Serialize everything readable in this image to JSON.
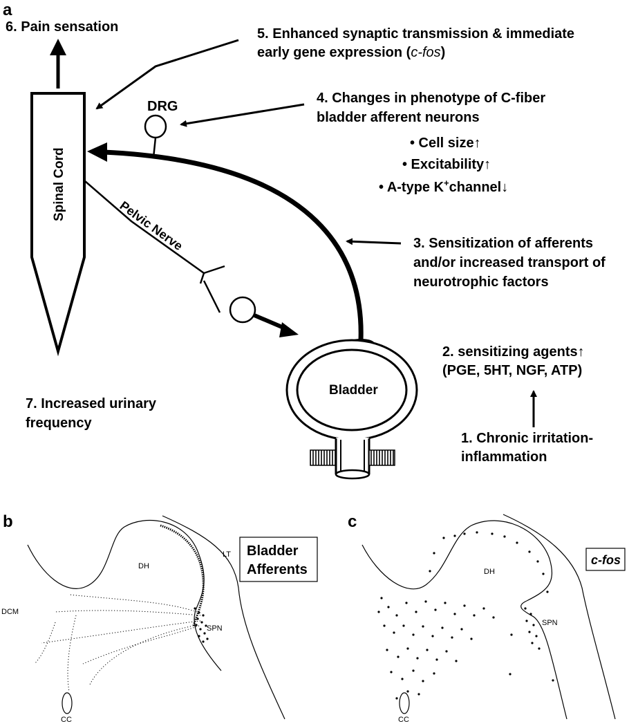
{
  "panel_a": {
    "letter": "a",
    "spinal_cord_label": "Spinal Cord",
    "drg_label": "DRG",
    "pelvic_nerve_label": "Pelvic Nerve",
    "bladder_label": "Bladder",
    "step6": "6. Pain sensation",
    "step5_line1": "5. Enhanced synaptic transmission & immediate",
    "step5_line2_prefix": "early gene expression (",
    "step5_line2_italic": "c-fos",
    "step5_line2_suffix": ")",
    "step4_line1": "4. Changes in phenotype of C-fiber",
    "step4_line2": "bladder afferent neurons",
    "bullet1": "• Cell size",
    "bullet2": "• Excitability",
    "bullet3_prefix": "• A-type K",
    "bullet3_sup": "+",
    "bullet3_suffix": "channel",
    "arrow_up_glyph": "↑",
    "arrow_down_glyph": "↓",
    "step3_line1": "3. Sensitization of afferents",
    "step3_line2": "and/or increased transport of",
    "step3_line3": "neurotrophic factors",
    "step2_line1": "2. sensitizing agents",
    "step2_line2": "(PGE, 5HT, NGF, ATP)",
    "step1_line1": "1. Chronic irritation-",
    "step1_line2": "inflammation",
    "step7_line1": "7. Increased urinary",
    "step7_line2": "frequency"
  },
  "panel_b": {
    "letter": "b",
    "label_dh": "DH",
    "label_lt": "LT",
    "label_dcm": "DCM",
    "label_spn": "SPN",
    "label_cc": "CC",
    "box_line1": "Bladder",
    "box_line2": "Afferents"
  },
  "panel_c": {
    "letter": "c",
    "label_dh": "DH",
    "label_spn": "SPN",
    "label_cc": "CC",
    "box_label": "c-fos"
  }
}
